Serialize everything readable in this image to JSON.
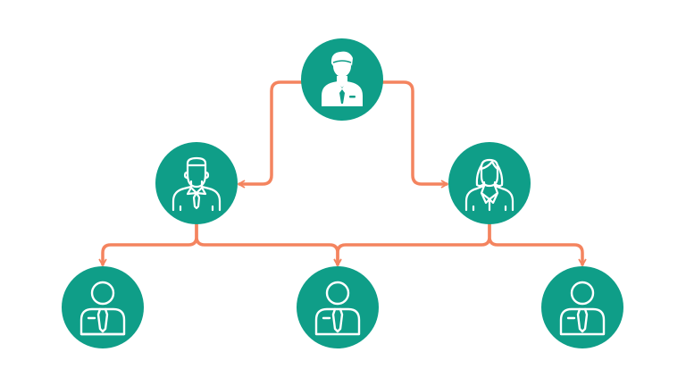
{
  "colors": {
    "node_fill": "#0f9e88",
    "connector": "#f4845f",
    "icon_stroke": "#ffffff"
  },
  "org_chart": {
    "type": "hierarchy",
    "root": {
      "id": "top-manager",
      "icon": "businessman-suit-tie-icon",
      "children": [
        {
          "id": "left-manager",
          "icon": "businessman-outline-icon",
          "children": [
            {
              "id": "employee-left",
              "icon": "employee-outline-icon"
            },
            {
              "id": "employee-center",
              "icon": "employee-outline-icon"
            }
          ]
        },
        {
          "id": "right-manager",
          "icon": "businesswoman-outline-icon",
          "children": [
            {
              "id": "employee-center",
              "icon": "employee-outline-icon"
            },
            {
              "id": "employee-right",
              "icon": "employee-outline-icon"
            }
          ]
        }
      ]
    }
  }
}
